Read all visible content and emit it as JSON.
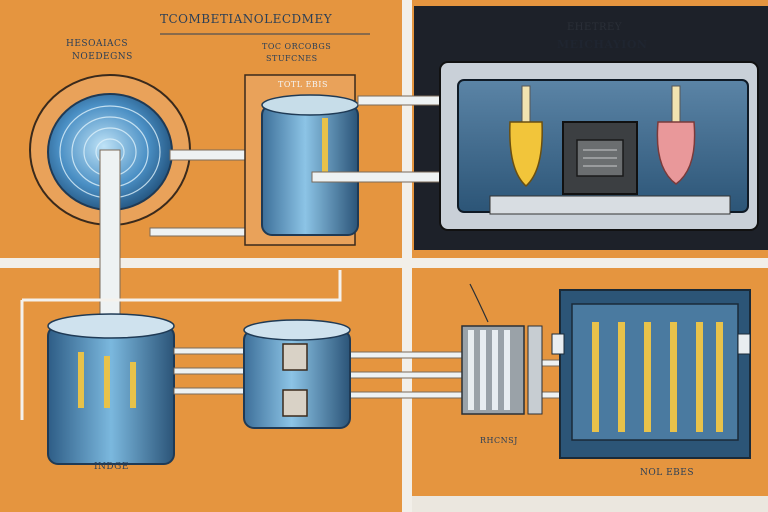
{
  "labels": {
    "title": "TCOMBETIANOLECDMEY",
    "left_top_1": "HESOAIACS",
    "left_top_2": "NOEDEGNS",
    "right_top_1": "TOC ORCOBGS",
    "right_top_2": "STUFCNES",
    "tank_label": "TOTL EBIS",
    "energy_1": "EHETREY",
    "energy_2": "MEICHAYION",
    "bottom_left": "INDGE",
    "bottom_mid": "RHCNSJ",
    "bottom_right": "NOL EBES"
  },
  "colors": {
    "panel_orange": "#e5953f",
    "panel_dark": "#1d2129",
    "frame_blue": "#2c5577",
    "liquid_blue": "#5f9ec4",
    "coil_blue": "#4a8fc4",
    "bulb_yellow": "#f2c53a",
    "bulb_pink": "#e9989a",
    "rod_yellow": "#e8c24a"
  },
  "icons": {
    "coil": "spiral-coil-icon",
    "cylinder": "storage-tank-icon",
    "vessel": "vessel-icon",
    "connector": "connector-block-icon",
    "bulb": "bulb-icon",
    "rod": "fuel-rod-icon"
  }
}
